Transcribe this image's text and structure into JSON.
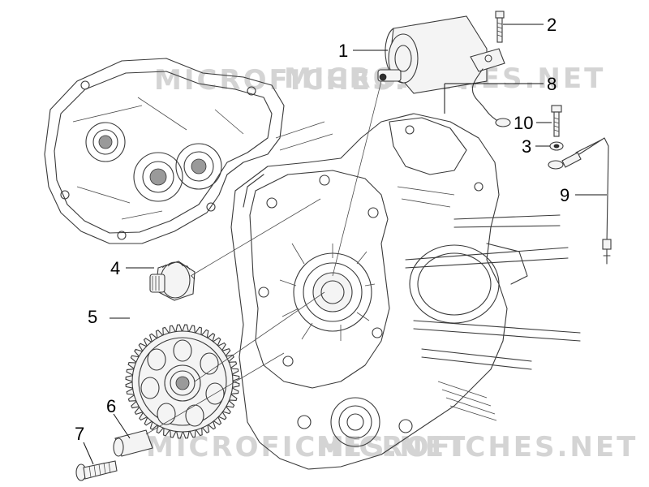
{
  "watermark": "MICROFICHES.NET",
  "callouts": [
    {
      "id": "1",
      "label": "1"
    },
    {
      "id": "2",
      "label": "2"
    },
    {
      "id": "3",
      "label": "3"
    },
    {
      "id": "4",
      "label": "4"
    },
    {
      "id": "5",
      "label": "5"
    },
    {
      "id": "6",
      "label": "6"
    },
    {
      "id": "7",
      "label": "7"
    },
    {
      "id": "8",
      "label": "8"
    },
    {
      "id": "9",
      "label": "9"
    },
    {
      "id": "10",
      "label": "10"
    }
  ]
}
